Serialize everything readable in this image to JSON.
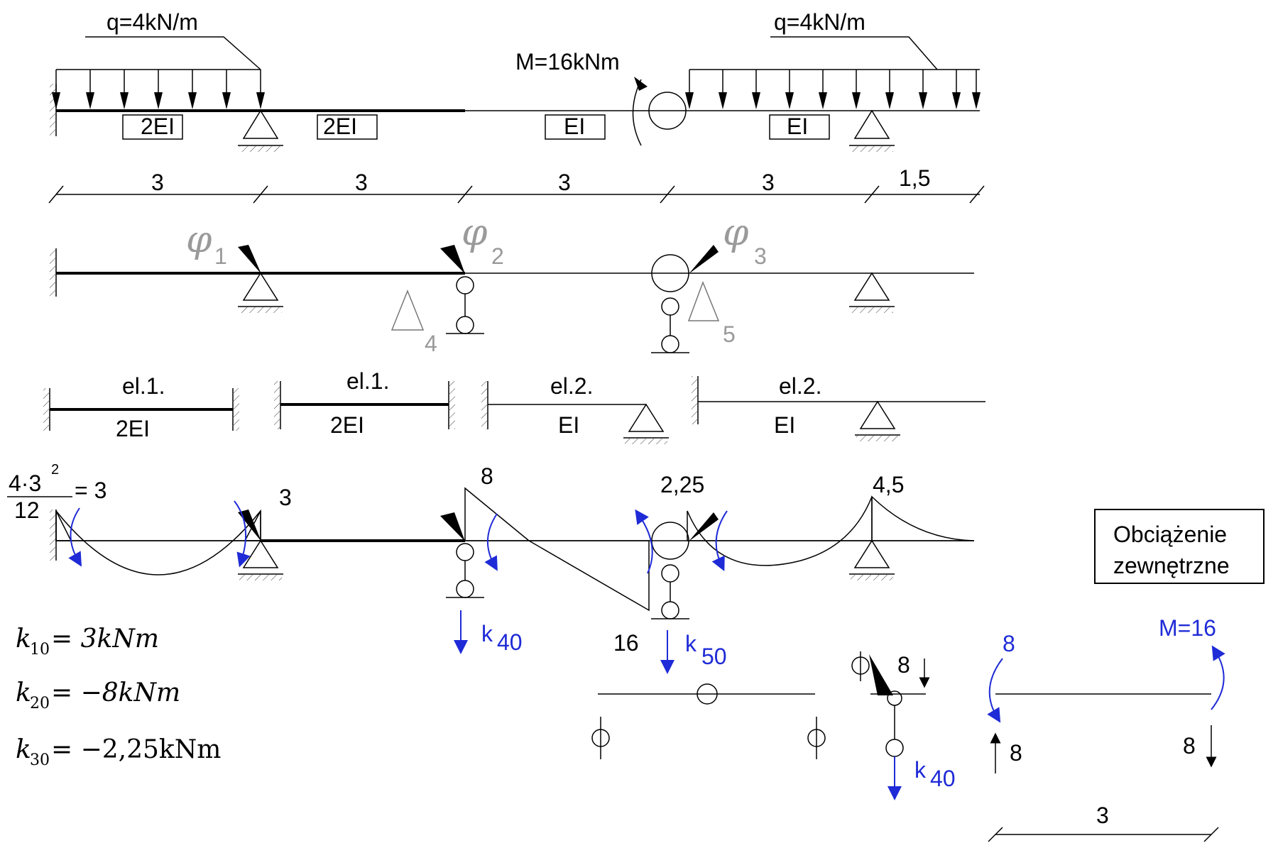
{
  "loads": {
    "q_left": "q=4kN/m",
    "q_right": "q=4kN/m",
    "moment": "M=16kNm"
  },
  "stiffness_labels": {
    "s1": "2EI",
    "s2": "2EI",
    "s3": "EI",
    "s4": "EI"
  },
  "dimensions": {
    "d1": "3",
    "d2": "3",
    "d3": "3",
    "d4": "3",
    "d5": "1,5"
  },
  "unknowns": {
    "phi": "φ",
    "phi1_sub": "1",
    "phi2_sub": "2",
    "phi3_sub": "3",
    "delta": "Δ",
    "delta4_sub": "4",
    "delta5_sub": "5"
  },
  "elements": {
    "e1_name": "el.1.",
    "e1_stiff": "2EI",
    "e2_name": "el.1.",
    "e2_stiff": "2EI",
    "e3_name": "el.2.",
    "e3_stiff": "EI",
    "e4_name": "el.2.",
    "e4_stiff": "EI"
  },
  "moment_values": {
    "frac_num": "4·3",
    "frac_exp": "2",
    "frac_den": "12",
    "frac_eq": "= 3",
    "v3": "3",
    "v8": "8",
    "v225": "2,25",
    "v45": "4,5",
    "v16": "16"
  },
  "reactions": {
    "k40": "k",
    "k40_sub": "40",
    "k50": "k",
    "k50_sub": "50",
    "k40b": "k",
    "k40b_sub": "40"
  },
  "equations": {
    "k10_lhs": "k",
    "k10_sub": "10",
    "k10_rhs": " = 3kNm",
    "k20_lhs": "k",
    "k20_sub": "20",
    "k20_rhs": " = −8kNm",
    "k30_lhs": "k",
    "k30_sub": "30",
    "k30_rhs": " = −2,25kNm"
  },
  "free_body": {
    "node_force": "8",
    "left_moment": "8",
    "right_moment": "M=16",
    "left_force": "8",
    "right_force": "8",
    "span": "3"
  },
  "legend_box": {
    "line1": "Obciążenie",
    "line2": "zewnętrzne"
  },
  "colors": {
    "ink": "#000000",
    "accent_blue": "#1f2bd6",
    "aux_gray": "#9a9a9a"
  }
}
